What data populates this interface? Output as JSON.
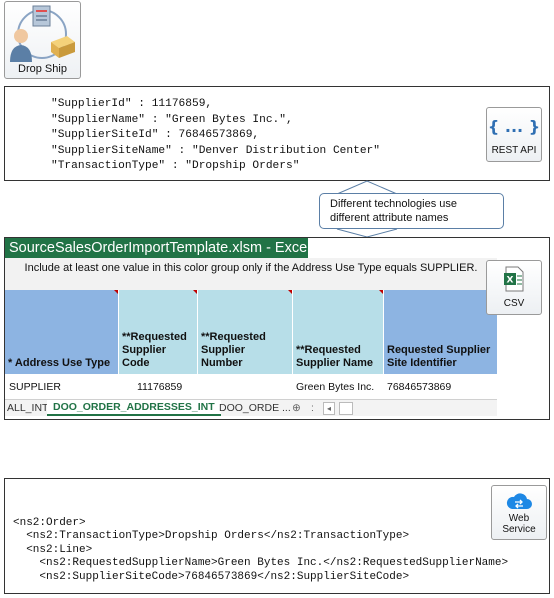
{
  "dropship": {
    "label": "Drop Ship",
    "icon": "drop-ship-icon"
  },
  "rest": {
    "lines": [
      "\"SupplierId\" : 11176859,",
      "\"SupplierName\" : \"Green Bytes Inc.\",",
      "\"SupplierSiteId\" : 76846573869,",
      "\"SupplierSiteName\" : \"Denver Distribution Center\"",
      "\"TransactionType\" : \"Dropship Orders\""
    ],
    "badge_symbol": "{ ... }",
    "badge_label": "REST API"
  },
  "callout": {
    "text": "Different technologies use different attribute names"
  },
  "excel": {
    "title": "SourceSalesOrderImportTemplate.xlsm - Excel",
    "note": "Include at least one value in this color group only if the Address Use Type equals SUPPLIER.",
    "headers": [
      "* Address Use Type",
      "**Requested Supplier Code",
      "**Requested Supplier Number",
      "**Requested Supplier Name",
      "Requested Supplier Site Identifier"
    ],
    "row": [
      "SUPPLIER",
      "11176859",
      "",
      "Green Bytes Inc.",
      "76846573869"
    ],
    "tabs": [
      "ALL_INT",
      "DOO_ORDER_ADDRESSES_INT",
      "DOO_ORDE ..."
    ],
    "tab_controls": [
      "⊕",
      ":",
      "◂"
    ],
    "badge_label": "CSV",
    "colors": {
      "title_bar": "#217346",
      "blue_header": "#8db4e2",
      "teal_header": "#b7dee8",
      "tab_active": "#217346"
    }
  },
  "webservice": {
    "lines": [
      "<ns2:Order>",
      "  <ns2:TransactionType>Dropship Orders</ns2:TransactionType>",
      "  <ns2:Line>",
      "    <ns2:RequestedSupplierName>Green Bytes Inc.</ns2:RequestedSupplierName>",
      "    <ns2:SupplierSiteCode>76846573869</ns2:SupplierSiteCode>"
    ],
    "badge_label": "Web Service"
  }
}
